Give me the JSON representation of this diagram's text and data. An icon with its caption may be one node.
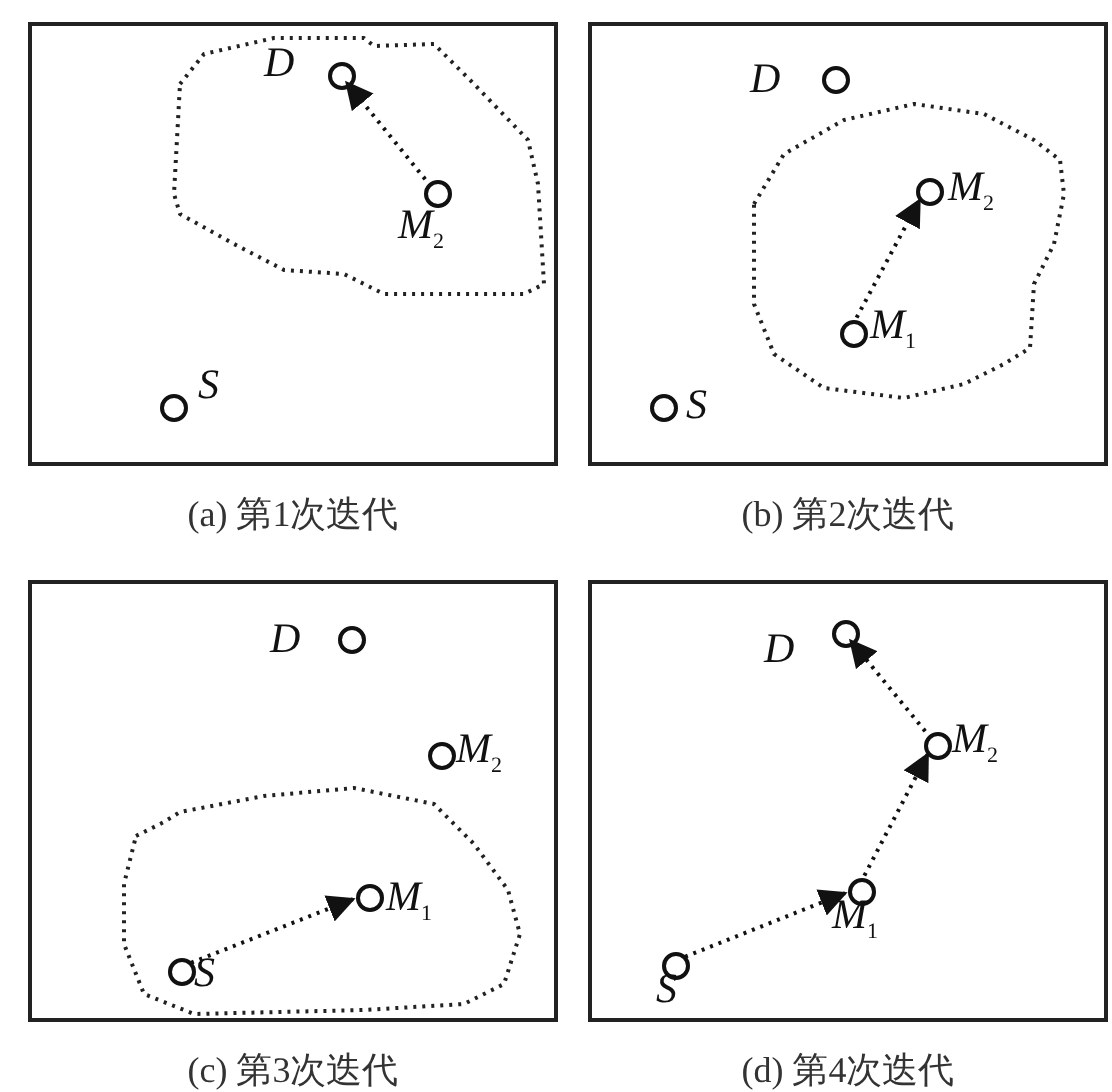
{
  "diagram": {
    "nodes": [
      {
        "text": [
          "(a) 第1次迭代"
        ]
      },
      {
        "text": [],
        "shape": "cloud",
        "in": 0
      },
      {
        "text": [],
        "shape": "circle",
        "in": 1,
        "beside": [
          "D"
        ]
      },
      {
        "text": [],
        "shape": "circle",
        "in": 1,
        "beside": [
          "M$_{2}$"
        ]
      },
      {
        "text": [],
        "shape": "circle",
        "in": 0,
        "beside": [
          "S"
        ]
      },
      {
        "text": [
          "(b) 第2次迭代"
        ]
      },
      {
        "text": [],
        "shape": "circle",
        "in": 5,
        "beside": [
          "D"
        ]
      },
      {
        "text": [],
        "shape": "cloud",
        "in": 5
      },
      {
        "text": [],
        "shape": "circle",
        "in": 7,
        "beside": [
          "M$_{2}$"
        ]
      },
      {
        "text": [],
        "shape": "circle",
        "in": 7,
        "beside": [
          "M$_{1}$"
        ]
      },
      {
        "text": [],
        "shape": "circle",
        "in": 5,
        "beside": [
          "S"
        ]
      },
      {
        "text": [
          "(c) 第3次迭代"
        ]
      },
      {
        "text": [],
        "shape": "circle",
        "in": 11,
        "beside": [
          "D"
        ]
      },
      {
        "text": [],
        "shape": "circle",
        "in": 11,
        "beside": [
          "M$_{2}$"
        ]
      },
      {
        "text": [],
        "shape": "cloud",
        "in": 11
      },
      {
        "text": [],
        "shape": "circle",
        "in": 14,
        "beside": [
          "M$_{1}$"
        ]
      },
      {
        "text": [],
        "shape": "circle",
        "in": 14,
        "beside": [
          "S"
        ]
      },
      {
        "text": [
          "(d) 第4次迭代"
        ]
      },
      {
        "text": [],
        "shape": "circle",
        "in": 17,
        "beside": [
          "D"
        ]
      },
      {
        "text": [],
        "shape": "circle",
        "in": 17,
        "beside": [
          "M$_{2}$"
        ]
      },
      {
        "text": [],
        "shape": "circle",
        "in": 17,
        "beside": [
          "M$_{1}$"
        ]
      },
      {
        "text": [],
        "shape": "circle",
        "in": 17,
        "beside": [
          "S"
        ]
      }
    ],
    "edges": [
      {
        "from": 3,
        "to": 2,
        "arrow": "to",
        "style": "dashed"
      },
      {
        "from": 9,
        "to": 8,
        "arrow": "to",
        "style": "dashed"
      },
      {
        "from": 16,
        "to": 15,
        "arrow": "to",
        "style": "dashed"
      },
      {
        "from": 21,
        "to": 20,
        "arrow": "to",
        "style": "dashed"
      },
      {
        "from": 20,
        "to": 19,
        "arrow": "to",
        "style": "dashed"
      },
      {
        "from": 19,
        "to": 18,
        "arrow": "to",
        "style": "dashed"
      }
    ]
  }
}
